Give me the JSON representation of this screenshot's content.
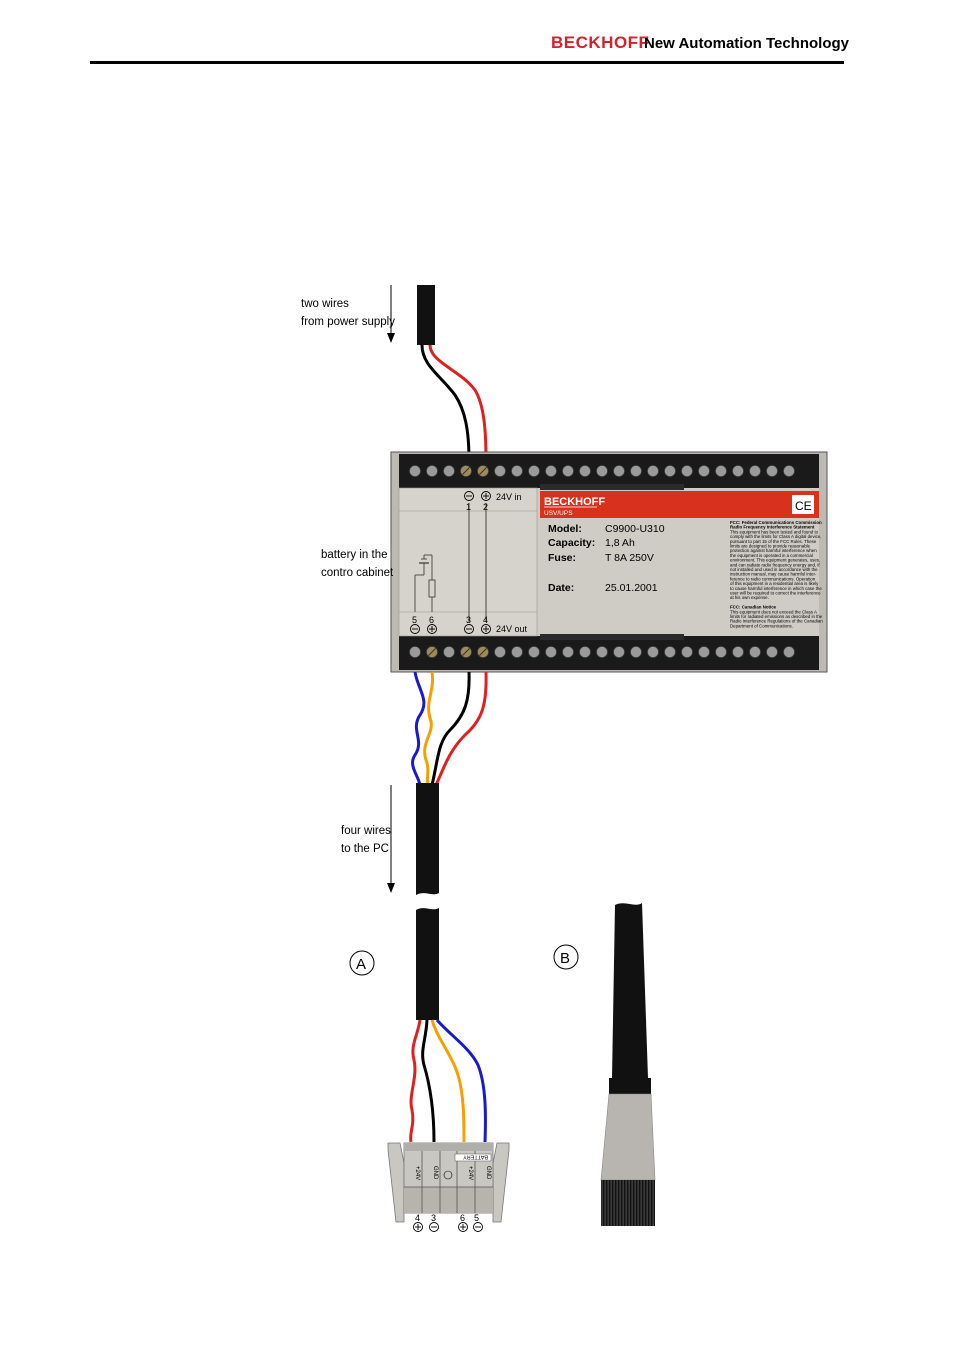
{
  "header": {
    "brand": "BECKHOFF",
    "tagline": "New Automation Technology"
  },
  "labels": {
    "power_supply": [
      "two wires",
      "from power supply"
    ],
    "battery": [
      "battery in the",
      "contro cabinet"
    ],
    "pc": [
      "four wires",
      "to the PC"
    ],
    "variant_a": "A",
    "variant_b": "B"
  },
  "module": {
    "brand": "BECKHOFF",
    "sub": "USV/UPS",
    "ce_mark": "CE",
    "input_label": "24V in",
    "output_label": "24V out",
    "top_terminals": [
      "1",
      "2"
    ],
    "bottom_terminals": [
      "5",
      "6",
      "3",
      "4"
    ],
    "specs": [
      {
        "key": "Model:",
        "value": "C9900-U310"
      },
      {
        "key": "Capacity:",
        "value": "1,8 Ah"
      },
      {
        "key": "Fuse:",
        "value": "T 8A 250V"
      },
      {
        "key": "Date:",
        "value": "25.01.2001"
      }
    ],
    "fcc_text": [
      "FCC: Federal Communications Commission",
      "Radio Frequency Interference Statement",
      "This equipment has been tested and found to",
      "comply with the limits for Class A digital device,",
      "pursuant to part 15 of the FCC Rules. These",
      "limits are designed to provide reasonable",
      "protection against harmful interference when",
      "the equipment is operated in a commercial",
      "environment. This equipment generates, uses,",
      "and can radiate radio frequency energy and, if",
      "not installed and used in accordance with the",
      "instruction manual, may cause harmful inter-",
      "ference to radio communications. Operation",
      "of this equipment in a residential area is likely",
      "to cause harmful interference in which case the",
      "user will be required to correct the interference",
      "at his own expense.",
      "",
      "FCC: Canadian Notice",
      "This equipment does not exceed the Class A",
      "limits for radiated emissions as described in the",
      "Radio Interference Regulations of the Canadian",
      "Department of Communications."
    ]
  },
  "connector": {
    "header": "BATTERY",
    "pins": [
      "+24V",
      "GND",
      "",
      "+24V",
      "GND"
    ],
    "pin_numbers": [
      "4",
      "3",
      "6",
      "5"
    ]
  },
  "colors": {
    "red_wire": "#e02020",
    "black_wire": "#000000",
    "blue_wire": "#1a1acc",
    "orange_wire": "#f5a000",
    "module_body": "#c8c5bf",
    "module_strip": "#1a1a1a",
    "label_red": "#d8321e",
    "brand_red": "#d2232a"
  }
}
